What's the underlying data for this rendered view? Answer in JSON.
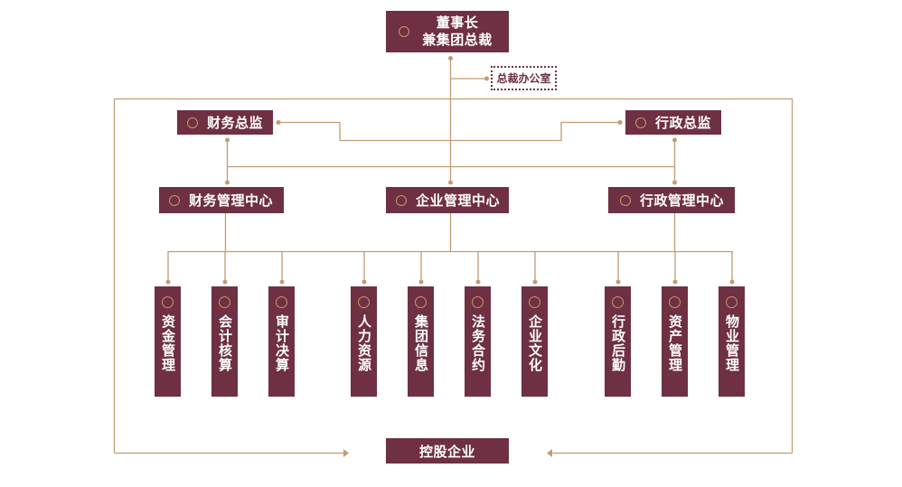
{
  "colors": {
    "box": "#6e3042",
    "connector": "#c49b72",
    "ring": "#c8976a",
    "office_border": "#6e3042"
  },
  "top": {
    "line1": "董事长",
    "line2": "兼集团总裁",
    "icon": "circle-ring-icon"
  },
  "office": {
    "label": "总裁办公室"
  },
  "directors": [
    {
      "label": "财务总监"
    },
    {
      "label": "行政总监"
    }
  ],
  "centers": [
    {
      "label": "财务管理中心"
    },
    {
      "label": "企业管理中心"
    },
    {
      "label": "行政管理中心"
    }
  ],
  "departments": [
    {
      "label": "资金管理",
      "group": "财务管理中心"
    },
    {
      "label": "会计核算",
      "group": "财务管理中心"
    },
    {
      "label": "审计决算",
      "group": "财务管理中心"
    },
    {
      "label": "人力资源",
      "group": "企业管理中心"
    },
    {
      "label": "集团信息",
      "group": "企业管理中心"
    },
    {
      "label": "法务合约",
      "group": "企业管理中心"
    },
    {
      "label": "企业文化",
      "group": "企业管理中心"
    },
    {
      "label": "行政后勤",
      "group": "行政管理中心"
    },
    {
      "label": "资产管理",
      "group": "行政管理中心"
    },
    {
      "label": "物业管理",
      "group": "行政管理中心"
    }
  ],
  "holding": {
    "label": "控股企业"
  }
}
